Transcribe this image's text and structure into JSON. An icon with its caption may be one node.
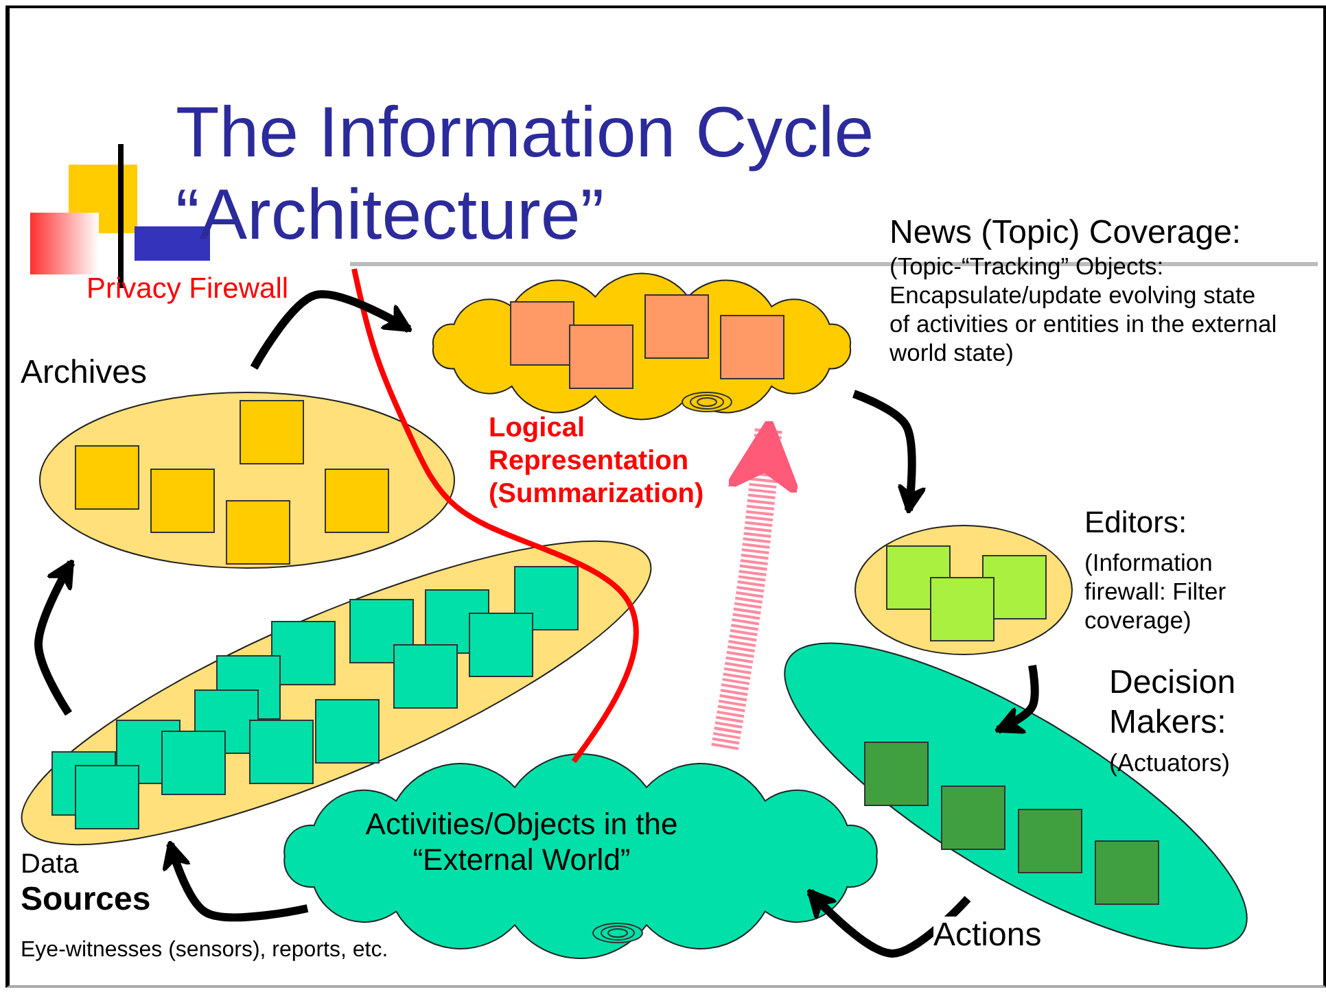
{
  "diagram": {
    "title": "The Information Cycle “Architecture”",
    "nodes": [
      {
        "text": [
          "Archives"
        ]
      },
      {
        "text": [],
        "shape": "ellipse",
        "beside": [
          "Data **Sources**"
        ]
      },
      {
        "text": [
          "News (Topic) Coverage:",
          "(Topic-“Tracking” Objects: Encapsulate/update evolving state of activities or entities in the external world state)"
        ]
      },
      {
        "text": [
          "Editors:",
          "(Information firewall: Filter coverage)"
        ]
      },
      {
        "text": [
          "Decision Makers:",
          "(Actuators)"
        ]
      },
      {
        "text": [
          "Activities/Objects in the “External World”"
        ]
      }
    ],
    "edges": [
      {
        "from": 1,
        "to": 0,
        "arrow": "to"
      },
      {
        "from": 0,
        "to": 2,
        "arrow": "to"
      },
      {
        "from": 2,
        "to": 3,
        "arrow": "to"
      },
      {
        "from": 3,
        "to": 4,
        "arrow": "to"
      },
      {
        "from": 4,
        "to": 5,
        "arrow": "to",
        "label": "Actions"
      },
      {
        "from": 5,
        "to": 1,
        "arrow": "to"
      },
      {
        "from": 5,
        "to": 2,
        "arrow": "to",
        "style": "dashed",
        "color": "#ff5a78"
      }
    ],
    "labels": [
      "Privacy Firewall",
      "Logical Representation (Summarization)",
      "Eye-witnesses (sensors), reports, etc."
    ]
  }
}
